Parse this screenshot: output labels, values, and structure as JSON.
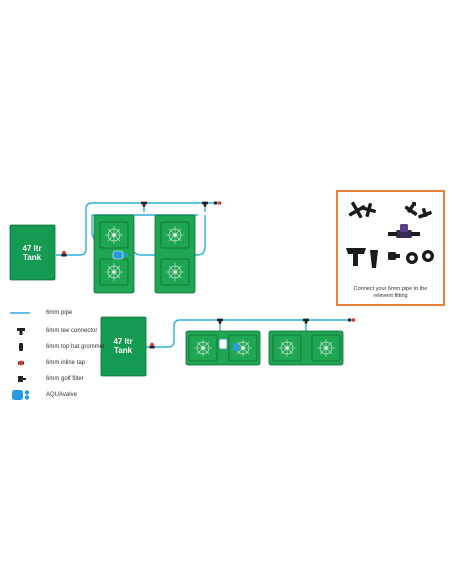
{
  "tanks": [
    {
      "label_line1": "47 ltr",
      "label_line2": "Tank"
    },
    {
      "label_line1": "47 ltr",
      "label_line2": "Tank"
    }
  ],
  "legend": [
    {
      "label": "6mm pipe",
      "icon": "pipe-icon"
    },
    {
      "label": "6mm tee connector",
      "icon": "tee-connector-icon"
    },
    {
      "label": "6mm top hat grommet",
      "icon": "grommet-icon"
    },
    {
      "label": "6mm inline tap",
      "icon": "inline-tap-icon"
    },
    {
      "label": "6mm golf filter",
      "icon": "golf-filter-icon"
    },
    {
      "label": "AQUAvalve",
      "icon": "aquavalve-icon"
    }
  ],
  "fittings_panel": {
    "caption_line1": "Connect your 6mm pipe to the",
    "caption_line2": "relevent fitting"
  },
  "colors": {
    "tank_green": "#159a52",
    "pot_green": "#1fa652",
    "pipe_blue": "#2ab0dc",
    "tap_red": "#d8372b",
    "panel_border": "#e8803a",
    "aquavalve_blue": "#2a9be0"
  }
}
